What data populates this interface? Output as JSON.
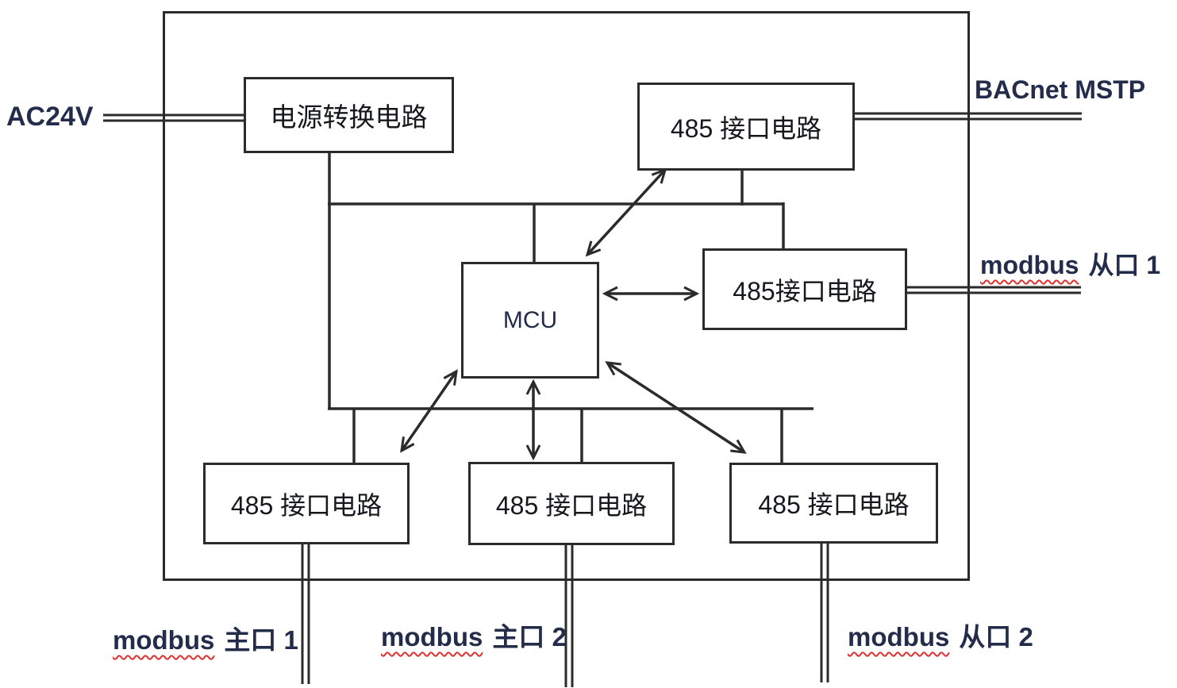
{
  "blocks": {
    "power": {
      "label": "电源转换电路"
    },
    "top485": {
      "label": "485 接口电路"
    },
    "right485": {
      "label": "485接口电路"
    },
    "mcu": {
      "label": "MCU"
    },
    "bottom_left485": {
      "label": "485 接口电路"
    },
    "bottom_mid485": {
      "label": "485 接口电路"
    },
    "bottom_right485": {
      "label": "485 接口电路"
    }
  },
  "ports": {
    "ac24v": {
      "label": "AC24V"
    },
    "bacnet_mstp": {
      "label": "BACnet MSTP"
    },
    "modbus_slave1": {
      "en": "modbus",
      "zh": "从口 1"
    },
    "modbus_master1": {
      "en": "modbus",
      "zh": "主口 1"
    },
    "modbus_master2": {
      "en": "modbus",
      "zh": "主口 2"
    },
    "modbus_slave2": {
      "en": "modbus",
      "zh": "从口 2"
    }
  },
  "colors": {
    "line": "#2b2b2b",
    "accent_red": "#e03131",
    "label": "#232c4a",
    "box_text": "#17181d",
    "background": "#ffffff"
  }
}
